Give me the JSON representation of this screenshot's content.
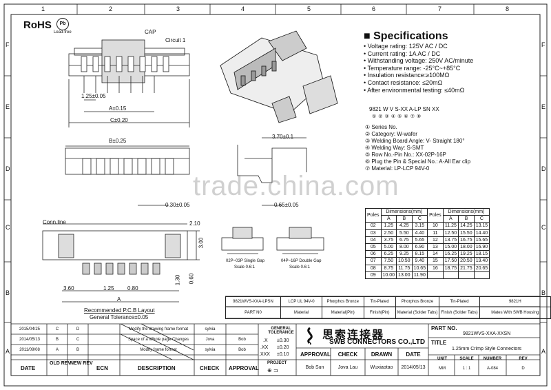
{
  "rohs": {
    "label": "RoHS",
    "pb": "Pb",
    "leadfree": "Lead-free"
  },
  "grid": {
    "cols": [
      "1",
      "2",
      "3",
      "4",
      "5",
      "6",
      "7",
      "8"
    ],
    "rows": [
      "F",
      "E",
      "D",
      "C",
      "B",
      "A"
    ]
  },
  "top_view": {
    "cap": "CAP",
    "circuit": "Circuit 1",
    "d1": "1.25±0.05",
    "d2": "A±0.15",
    "d3": "C±0.20"
  },
  "side_view": {
    "b": "B±0.25",
    "d1": "0.30±0.05"
  },
  "end_view": {
    "d1": "3.70±0.1",
    "d2": "0.65±0.05"
  },
  "pcb": {
    "conn": "Conn.line",
    "d210": "2.10",
    "d300": "3.00",
    "d360": "3.60",
    "d125": "1.25",
    "d080": "0.80",
    "d130": "1.30",
    "d060": "0.60",
    "a": "A",
    "title": "Recommended P.C.B Layout",
    "tol": "General Tolerance±0.05"
  },
  "gaps": {
    "single": "02P~03P Single Gap",
    "single_scale": "Scale 0.6:1",
    "double": "04P~16P Double Gap",
    "double_scale": "Scale 0.6:1"
  },
  "specs": {
    "title": "Specifications",
    "items": [
      "Voltage rating: 125V AC / DC",
      "Current rating: 1A  AC / DC",
      "Withstanding voltage: 250V AC/minute",
      "Temperature range: -25°C~+85°C",
      "Insulation resistance:≥100MΩ",
      "Contact resistance: ≤20mΩ",
      "After environmental testing: ≤40mΩ"
    ]
  },
  "part_code": {
    "code": "9821 W V S-XX A-LP SN XX",
    "marks": "①②③④⑤⑥⑦⑧"
  },
  "legend": [
    "① Series No.",
    "② Category:  W-wafer",
    "③ Welding Board Angle: V- Straight 180°",
    "④ Welding Way: S-SMT",
    "⑤ Row No.-Pin No.:  XX-02P-16P",
    "⑥ Plug the Pin & Special No.: A-All Ear clip",
    "⑦ Material:  LP-LCP 94V-0"
  ],
  "dim_table": {
    "head": {
      "poles": "Poles",
      "dims": "Dimensions(mm)",
      "a": "A",
      "b": "B",
      "c": "C"
    },
    "left": [
      [
        "02",
        "1.25",
        "4.25",
        "3.15"
      ],
      [
        "03",
        "2.50",
        "5.50",
        "4.40"
      ],
      [
        "04",
        "3.75",
        "6.75",
        "5.65"
      ],
      [
        "05",
        "5.00",
        "8.00",
        "6.90"
      ],
      [
        "06",
        "6.25",
        "9.25",
        "8.15"
      ],
      [
        "07",
        "7.50",
        "10.50",
        "9.40"
      ],
      [
        "08",
        "8.75",
        "11.75",
        "10.65"
      ],
      [
        "09",
        "10.00",
        "13.00",
        "11.90"
      ]
    ],
    "right": [
      [
        "10",
        "11.25",
        "14.25",
        "13.15"
      ],
      [
        "11",
        "12.50",
        "15.50",
        "14.40"
      ],
      [
        "12",
        "13.75",
        "16.75",
        "15.65"
      ],
      [
        "13",
        "15.00",
        "18.00",
        "16.90"
      ],
      [
        "14",
        "16.25",
        "19.25",
        "18.15"
      ],
      [
        "15",
        "17.50",
        "20.50",
        "19.40"
      ],
      [
        "16",
        "18.75",
        "21.75",
        "20.65"
      ]
    ]
  },
  "mat_table": {
    "row1": [
      "9821WVS-XXA-LPSN",
      "LCP UL 94V-0",
      "Phorphos Bronze",
      "Tin-Plated",
      "Phorphos Bronze",
      "Tin-Plated",
      "9821H"
    ],
    "row2": [
      "PART N0",
      "Material",
      "Material(Pin)",
      "Finish(Pin)",
      "Material (Solder Tabs)",
      "Finish (Solder Tabs)",
      "Mates With SWB  Housing"
    ]
  },
  "revisions": [
    {
      "date": "2015/04/25",
      "old": "C",
      "new": "D",
      "desc": "Modify the drawing frame format",
      "check": "sylvia",
      "approval": ""
    },
    {
      "date": "2014/05/13",
      "old": "B",
      "new": "C",
      "desc": "Space of a Whole page Changes",
      "check": "Jova",
      "approval": "Bob"
    },
    {
      "date": "2011/09/08",
      "old": "A",
      "new": "B",
      "desc": "Modify frame format",
      "check": "sylvia",
      "approval": "Bob"
    }
  ],
  "rev_head": {
    "date": "DATE",
    "old": "OLD REV",
    "new": "NEW REV",
    "ecn": "ECN",
    "desc": "DESCRIPTION",
    "check": "CHECK",
    "approval": "APPROVAL"
  },
  "tolerance": {
    "title": "GENERAL TOLERANCE",
    "x": ".X",
    "xv": "±0.30",
    "xx": ".XX",
    "xxv": "±0.20",
    "xxx": ".XXX",
    "xxxv": "±0.10",
    "project": "PROJECT"
  },
  "company": {
    "cn": "思索连接器",
    "en": "SWB CONNECTORS CO.,LTD"
  },
  "signoff": {
    "labels": [
      "APPROVAL",
      "CHECK",
      "DRAWN",
      "DATE"
    ],
    "values": [
      "Bob Sun",
      "Jova Lau",
      "Wuxiaotao",
      "2014/05/13"
    ]
  },
  "titleblock": {
    "partno_l": "PART NO.",
    "partno": "9821WVS-XXA-XXSN",
    "title_l": "TITLE",
    "title": "1.25mm Crimp Style Connectors",
    "unit_l": "UNIT",
    "unit": "MM",
    "scale_l": "SCALE",
    "scale": "1 : 1",
    "number_l": "NUMBER",
    "number": "A-084",
    "rev_l": "REV",
    "rev": "D"
  },
  "watermark": "trade.china.com"
}
